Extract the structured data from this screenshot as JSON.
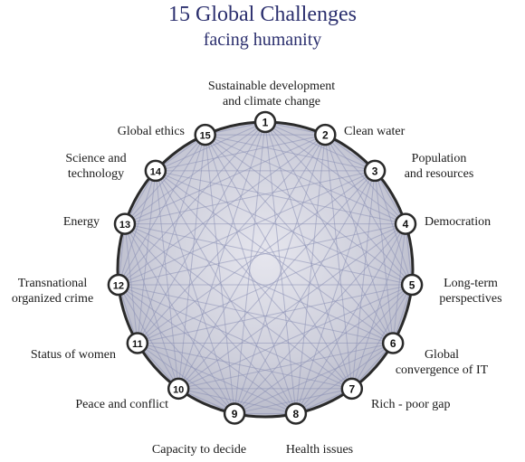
{
  "title": "15 Global Challenges",
  "subtitle": "facing humanity",
  "nodes": [
    {
      "number": "1",
      "label": "Sustainable development and climate change"
    },
    {
      "number": "2",
      "label": "Clean water"
    },
    {
      "number": "3",
      "label": "Population and resources"
    },
    {
      "number": "4",
      "label": "Democration"
    },
    {
      "number": "5",
      "label": "Long-term perspectives"
    },
    {
      "number": "6",
      "label": "Global convergence of IT"
    },
    {
      "number": "7",
      "label": "Rich - poor gap"
    },
    {
      "number": "8",
      "label": "Health issues"
    },
    {
      "number": "9",
      "label": "Capacity to decide"
    },
    {
      "number": "10",
      "label": "Peace and conflict"
    },
    {
      "number": "11",
      "label": "Status of women"
    },
    {
      "number": "12",
      "label": "Transnational organized crime"
    },
    {
      "number": "13",
      "label": "Energy"
    },
    {
      "number": "14",
      "label": "Science and technology"
    },
    {
      "number": "15",
      "label": "Global ethics"
    }
  ],
  "label_lines": {
    "n1": [
      "Sustainable development",
      "and climate change"
    ],
    "n3": [
      "Population",
      "and resources"
    ],
    "n5": [
      "Long-term",
      "perspectives"
    ],
    "n6": [
      "Global",
      "convergence of IT"
    ],
    "n12": [
      "Transnational",
      "organized crime"
    ],
    "n14": [
      "Science and",
      "technology"
    ]
  },
  "colors": {
    "title": "#2b2f6e",
    "circle_fill": "#c9cad6",
    "circle_stroke": "#2a2a2a",
    "link": "#8a8fb5",
    "node_fill": "#ffffff"
  }
}
